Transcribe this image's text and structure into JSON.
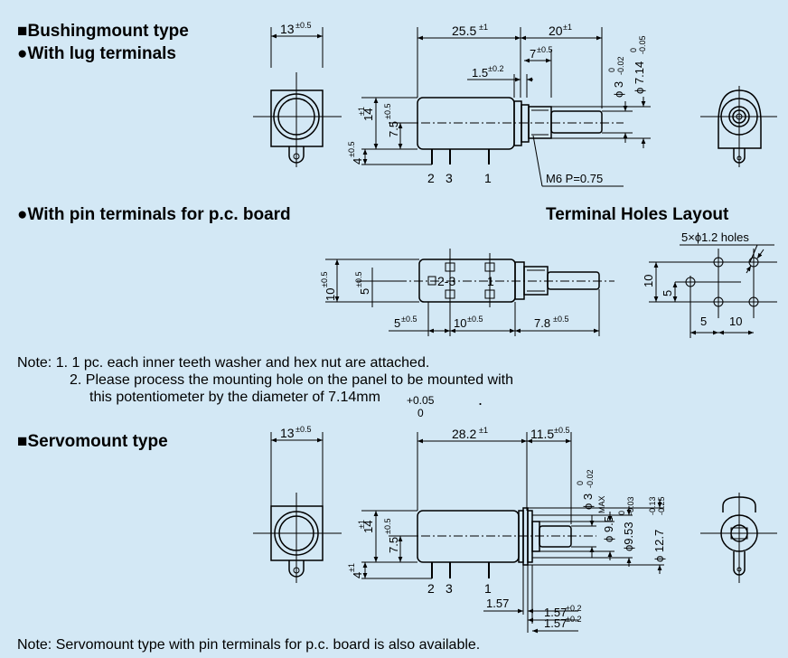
{
  "headings": {
    "bushing": "■Bushingmount type",
    "lug": "●With lug terminals",
    "pin": "●With pin terminals for p.c. board",
    "holes": "Terminal Holes Layout",
    "servo": "■Servomount type"
  },
  "notes": {
    "line1": "Note: 1. 1 pc. each inner teeth washer and hex nut are attached.",
    "line2": "2. Please process the mounting hole on the panel to be mounted with",
    "line3": "this potentiometer by the diameter of 7.14mm",
    "tol_upper": "+0.05",
    "tol_lower": "0",
    "line4": "Note: Servomount type with pin terminals for p.c. board is also available."
  },
  "dims": {
    "w13": "13",
    "w13_tol": "±0.5",
    "l25": "25.5",
    "l25_tol": "±1",
    "l20": "20",
    "l20_tol": "±1",
    "l7": "7",
    "l7_tol": "±0.5",
    "l15": "1.5",
    "l15_tol": "±0.2",
    "h14": "14",
    "h14_tol": "±1",
    "h75": "7.5",
    "h75_tol": "±0.5",
    "h4": "4",
    "h4_tol": "±0.5",
    "phi3": "ϕ 3",
    "phi3_tol_up": "0",
    "phi3_tol_dn": "-0.02",
    "phi714": "ϕ 7.14",
    "phi714_tol_up": "0",
    "phi714_tol_dn": "-0.05",
    "thread": "M6  P=0.75",
    "pins": [
      "2",
      "3",
      "1"
    ],
    "p10": "10",
    "p10_tol": "±0.5",
    "p5": "5",
    "p5_tol": "±0.5",
    "p2_3": "2-3",
    "p1": "1",
    "b5": "5",
    "b5_tol": "±0.5",
    "b10": "10",
    "b10_tol": "±0.5",
    "b78": "7.8",
    "b78_tol": "±0.5",
    "holes_label": "5×ϕ1.2 holes",
    "hl10": "10",
    "hl5": "5",
    "hb5": "5",
    "hb10": "10",
    "s13": "13",
    "s13_tol": "±0.5",
    "s282": "28.2",
    "s282_tol": "±1",
    "s115": "11.5",
    "s115_tol": "±0.5",
    "s14": "14",
    "s14_tol": "±1",
    "s75": "7.5",
    "s75_tol": "±0.5",
    "s4": "4",
    "s4_tol": "±1",
    "sphi3": "ϕ 3",
    "sphi3_tol_up": "0",
    "sphi3_tol_dn": "-0.02",
    "sphi95": "ϕ 9.5",
    "sphi95_tol": "MAX",
    "sphi953": "ϕ9.53",
    "sphi953_tol_up": "0",
    "sphi953_tol_dn": "-0.03",
    "sphi127": "ϕ 12.7",
    "sphi127_tol_up": "-0.13",
    "sphi127_tol_dn": "-0.25",
    "s157a": "1.57",
    "s157b": "1.57",
    "s157b_tol": "±0.2",
    "s157c": "1.57",
    "s157c_tol": "±0.2"
  }
}
